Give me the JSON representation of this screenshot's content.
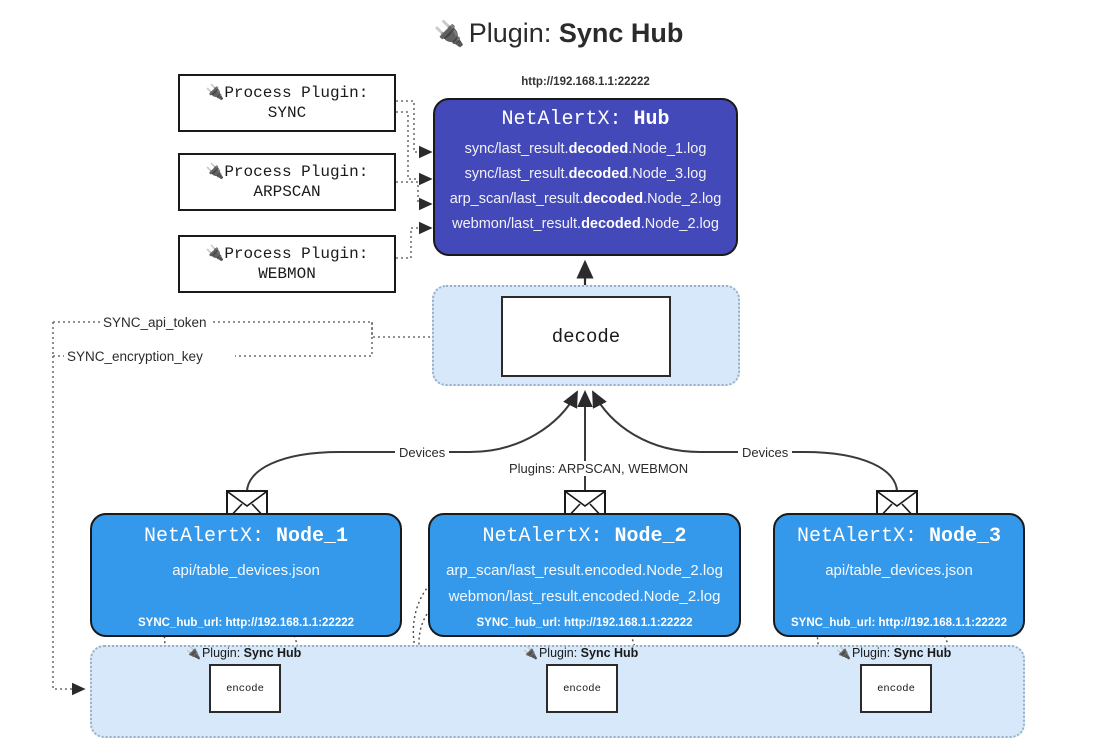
{
  "title": {
    "icon": "plug-icon",
    "glyph": "🔌",
    "prefix": "Plugin: ",
    "name": "Sync Hub"
  },
  "process_plugins": [
    {
      "icon": "plug-icon",
      "glyph": "🔌",
      "line1": "Process Plugin:",
      "line2": "SYNC"
    },
    {
      "icon": "plug-icon",
      "glyph": "🔌",
      "line1": "Process Plugin:",
      "line2": "ARPSCAN"
    },
    {
      "icon": "plug-icon",
      "glyph": "🔌",
      "line1": "Process Plugin:",
      "line2": "WEBMON"
    }
  ],
  "hub": {
    "url": "http://192.168.1.1:22222",
    "title_prefix": "NetAlertX: ",
    "title_name": "Hub",
    "loglines": [
      {
        "pre": "sync/last_result.",
        "strong": "decoded",
        "post": ".Node_1.log"
      },
      {
        "pre": "sync/last_result.",
        "strong": "decoded",
        "post": ".Node_3.log"
      },
      {
        "pre": "arp_scan/last_result.",
        "strong": "decoded",
        "post": ".Node_2.log"
      },
      {
        "pre": "webmon/last_result.",
        "strong": "decoded",
        "post": ".Node_2.log"
      }
    ]
  },
  "decode": {
    "label": "decode"
  },
  "tokens": {
    "api_token": "SYNC_api_token",
    "encryption_key": "SYNC_encryption_key"
  },
  "edge_labels": {
    "devices_left": "Devices",
    "plugins_mid": "Plugins: ARPSCAN, WEBMON",
    "devices_right": "Devices"
  },
  "nodes": [
    {
      "icon": "envelope-icon",
      "title_prefix": "NetAlertX: ",
      "title_name": "Node_1",
      "lines": [
        "api/table_devices.json"
      ],
      "hub_url": "SYNC_hub_url: http://192.168.1.1:22222"
    },
    {
      "icon": "envelope-icon",
      "title_prefix": "NetAlertX: ",
      "title_name": "Node_2",
      "lines": [
        "arp_scan/last_result.encoded.Node_2.log",
        "webmon/last_result.encoded.Node_2.log"
      ],
      "hub_url": "SYNC_hub_url: http://192.168.1.1:22222"
    },
    {
      "icon": "envelope-icon",
      "title_prefix": "NetAlertX: ",
      "title_name": "Node_3",
      "lines": [
        "api/table_devices.json"
      ],
      "hub_url": "SYNC_hub_url: http://192.168.1.1:22222"
    }
  ],
  "plugin_tags": [
    {
      "icon": "plug-icon",
      "glyph": "🔌",
      "prefix": "Plugin: ",
      "name": "Sync Hub",
      "encode": "encode"
    },
    {
      "icon": "plug-icon",
      "glyph": "🔌",
      "prefix": "Plugin: ",
      "name": "Sync Hub",
      "encode": "encode"
    },
    {
      "icon": "plug-icon",
      "glyph": "🔌",
      "prefix": "Plugin: ",
      "name": "Sync Hub",
      "encode": "encode"
    }
  ],
  "colors": {
    "hub": "#4349b8",
    "node": "#3498eb",
    "container": "#d6e8f9",
    "stroke": "#1a1a1a"
  }
}
